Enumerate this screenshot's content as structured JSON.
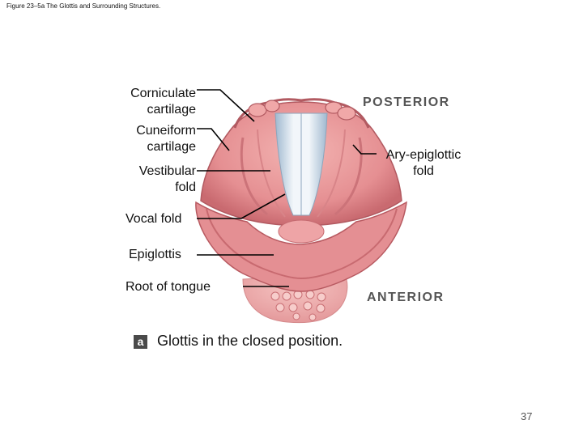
{
  "figure_title": "Figure 23–5a The Glottis and Surrounding Structures.",
  "labels": {
    "corniculate": [
      "Corniculate",
      "cartilage"
    ],
    "cuneiform": [
      "Cuneiform",
      "cartilage"
    ],
    "vestibular": [
      "Vestibular",
      "fold"
    ],
    "vocal": "Vocal fold",
    "epiglottis": "Epiglottis",
    "root": "Root of tongue",
    "aryepiglottic": [
      "Ary-epiglottic",
      "fold"
    ]
  },
  "orientation": {
    "posterior": "POSTERIOR",
    "anterior": "ANTERIOR"
  },
  "panel": {
    "letter": "a",
    "caption": "Glottis in the closed position."
  },
  "page_number": "37",
  "colors": {
    "tissue": "#e79a9a",
    "tissue_dark": "#c45e63",
    "cords": "#dfe8f0",
    "leader": "#000000"
  }
}
